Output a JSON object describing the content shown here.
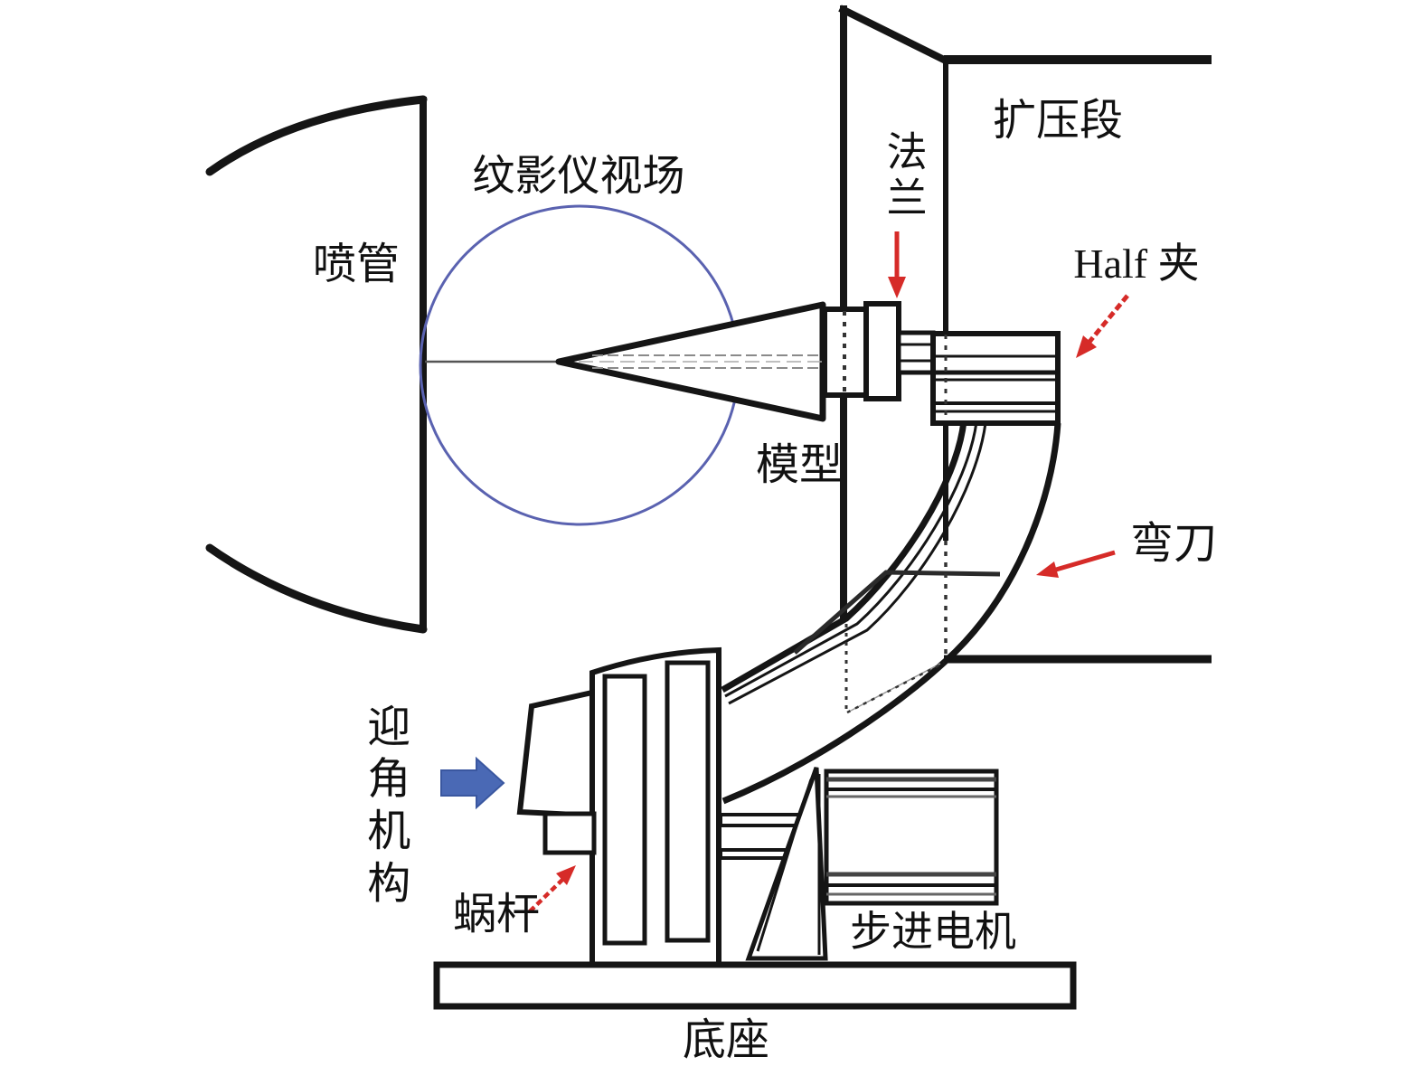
{
  "diagram": {
    "labels": {
      "nozzle": "喷管",
      "schlieren_fov": "纹影仪视场",
      "model": "模型",
      "flange": "法兰",
      "diffuser": "扩压段",
      "half_clamp": "Half 夹",
      "sector_arm": "弯刀",
      "aoa_mechanism": "迎角机构",
      "worm": "蜗杆",
      "stepper_motor": "步进电机",
      "base": "底座"
    },
    "colors": {
      "linework": "#151515",
      "label_text": "#111111",
      "annotation_arrow": "#d62b28",
      "aoa_arrow_fill": "#4a69b5",
      "aoa_arrow_edge": "#3a57a0",
      "schlieren_circle": "#5a62b0",
      "hidden_line_gray": "#8a8a8a",
      "background": "#ffffff"
    }
  }
}
